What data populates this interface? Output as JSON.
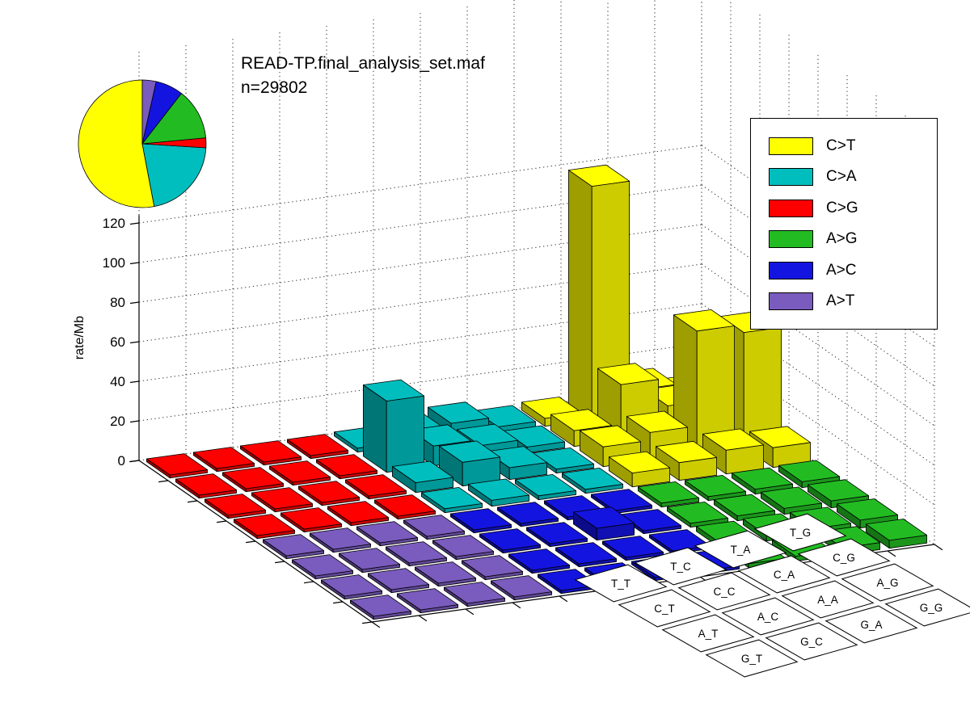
{
  "title": "READ-TP.final_analysis_set.maf",
  "subtitle": "n=29802",
  "axis": {
    "zlabel": "rate/Mb",
    "z_ticks": [
      0,
      20,
      40,
      60,
      80,
      100,
      120
    ]
  },
  "legend": {
    "entries": [
      {
        "label": "C>T",
        "color": "#FFFF00"
      },
      {
        "label": "C>A",
        "color": "#00BEBE"
      },
      {
        "label": "C>G",
        "color": "#FF0000"
      },
      {
        "label": "A>G",
        "color": "#22BC22"
      },
      {
        "label": "A>C",
        "color": "#1414E0"
      },
      {
        "label": "A>T",
        "color": "#7A5BBE"
      }
    ]
  },
  "chart_data": [
    {
      "type": "bar",
      "variant": "3d-lego-mutation-rate",
      "title": "READ-TP.final_analysis_set.maf",
      "n": 29802,
      "zlabel": "rate/Mb",
      "zlim": [
        0,
        120
      ],
      "z_ticks": [
        0,
        20,
        40,
        60,
        80,
        100,
        120
      ],
      "grid": "dotted",
      "block_layout": [
        [
          "C>G",
          "C>A",
          "C>T"
        ],
        [
          "A>T",
          "A>C",
          "A>G"
        ]
      ],
      "category_colors": {
        "C>T": "#FFFF00",
        "C>A": "#00BEBE",
        "C>G": "#FF0000",
        "A>G": "#22BC22",
        "A>C": "#1414E0",
        "A>T": "#7A5BBE"
      },
      "context_key_labels": [
        [
          "T_T",
          "T_C",
          "T_A",
          "T_G"
        ],
        [
          "C_T",
          "C_C",
          "C_A",
          "C_G"
        ],
        [
          "A_T",
          "A_C",
          "A_A",
          "A_G"
        ],
        [
          "G_T",
          "G_C",
          "G_A",
          "G_G"
        ]
      ],
      "rates_per_Mb": {
        "C>G": [
          [
            1.5,
            1.5,
            1.5,
            1.5
          ],
          [
            1.5,
            1.5,
            1.5,
            1.5
          ],
          [
            1.5,
            1.5,
            1.5,
            1.5
          ],
          [
            1.5,
            1.5,
            1.5,
            1.5
          ]
        ],
        "C>A": [
          [
            2,
            7,
            8,
            3
          ],
          [
            36,
            10,
            7,
            3
          ],
          [
            5,
            12,
            6,
            2
          ],
          [
            2,
            3,
            2,
            2
          ]
        ],
        "C>T": [
          [
            4,
            118,
            12,
            6
          ],
          [
            8,
            28,
            14,
            9
          ],
          [
            10,
            14,
            62,
            58
          ],
          [
            7,
            9,
            12,
            10
          ]
        ],
        "A>T": [
          [
            1.5,
            1.5,
            1.5,
            1.5
          ],
          [
            1.5,
            1.5,
            1.5,
            1.5
          ],
          [
            1.5,
            1.5,
            1.5,
            1.5
          ],
          [
            1.5,
            1.5,
            1.5,
            1.5
          ]
        ],
        "A>C": [
          [
            1.5,
            1.5,
            1.5,
            1.5
          ],
          [
            1.5,
            1.5,
            6,
            1.5
          ],
          [
            1.5,
            1.5,
            1.5,
            1.5
          ],
          [
            1.5,
            1.5,
            1.5,
            1.5
          ]
        ],
        "A>G": [
          [
            2,
            2,
            2.5,
            3
          ],
          [
            2,
            2.5,
            3,
            3.5
          ],
          [
            2.5,
            3,
            3,
            4
          ],
          [
            2,
            2.5,
            3.5,
            4
          ]
        ]
      }
    },
    {
      "type": "pie",
      "labels": [
        "C>T",
        "C>A",
        "C>G",
        "A>G",
        "A>C",
        "A>T"
      ],
      "fractions": [
        0.53,
        0.21,
        0.025,
        0.13,
        0.07,
        0.035
      ],
      "colors": [
        "#FFFF00",
        "#00BEBE",
        "#FF0000",
        "#22BC22",
        "#1414E0",
        "#7A5BBE"
      ],
      "start_angle_deg": 90,
      "direction": "counterclockwise",
      "legend_position": "right"
    }
  ]
}
